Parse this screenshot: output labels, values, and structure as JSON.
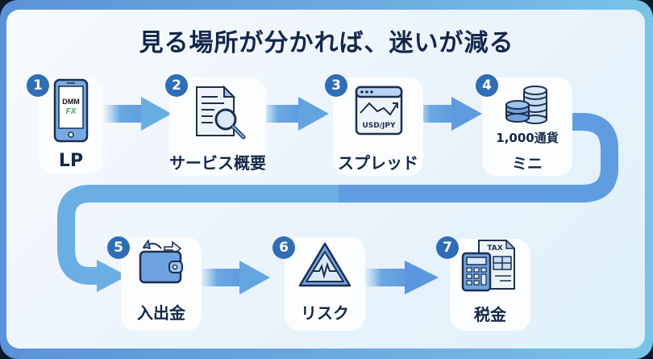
{
  "title": "見る場所が分かれば、迷いが減る",
  "steps": [
    {
      "number": "1",
      "label": "LP",
      "icon": "smartphone-icon",
      "icon_text_1": "DMM",
      "icon_text_2": "FX"
    },
    {
      "number": "2",
      "label": "サービス概要",
      "icon": "document-search-icon"
    },
    {
      "number": "3",
      "label": "スプレッド",
      "icon": "chart-window-icon",
      "icon_text_1": "USD/JPY"
    },
    {
      "number": "4",
      "label": "ミニ",
      "sublabel": "1,000通貨",
      "icon": "coins-icon"
    },
    {
      "number": "5",
      "label": "入出金",
      "icon": "wallet-icon"
    },
    {
      "number": "6",
      "label": "リスク",
      "icon": "warning-triangle-icon"
    },
    {
      "number": "7",
      "label": "税金",
      "icon": "tax-calculator-icon",
      "icon_text_1": "TAX"
    }
  ],
  "colors": {
    "badge": "#2f6db5",
    "text": "#14274a",
    "arrow": "#5d9ae0",
    "icon_fill": "#6fa3e0",
    "icon_stroke": "#1c2f4d",
    "fx_green": "#3aa35a"
  }
}
